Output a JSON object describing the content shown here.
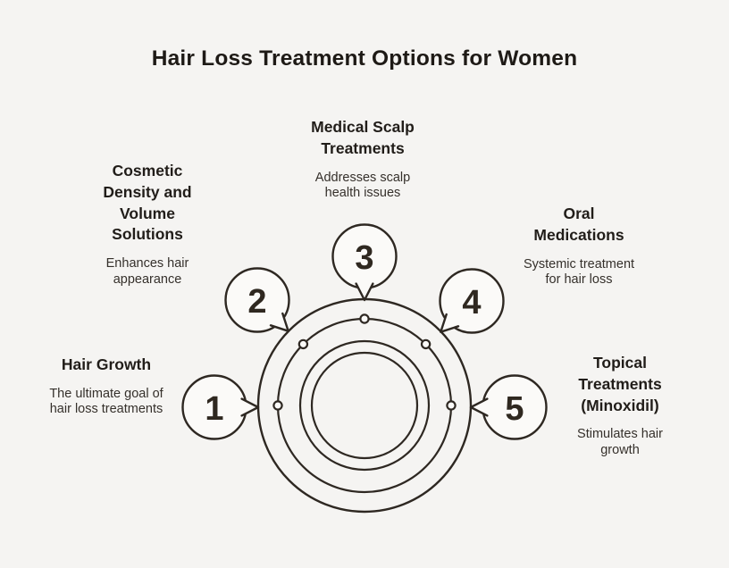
{
  "title": "Hair Loss Treatment Options for Women",
  "colors": {
    "background": "#f5f4f2",
    "stroke": "#2e2822",
    "bubble_fill": "#fbfaf8",
    "heading_text": "#211d19",
    "description_text": "#35302b"
  },
  "hub": {
    "ring_count": 4,
    "dot_count": 5
  },
  "items": [
    {
      "number": "1",
      "title": "Hair Growth",
      "description": "The ultimate goal of hair loss treatments",
      "position": "left"
    },
    {
      "number": "2",
      "title": "Cosmetic Density and Volume Solutions",
      "description": "Enhances hair appearance",
      "position": "upper-left"
    },
    {
      "number": "3",
      "title": "Medical Scalp Treatments",
      "description": "Addresses scalp health issues",
      "position": "top"
    },
    {
      "number": "4",
      "title": "Oral Medications",
      "description": "Systemic treatment for hair loss",
      "position": "upper-right"
    },
    {
      "number": "5",
      "title": "Topical Treatments (Minoxidil)",
      "description": "Stimulates hair growth",
      "position": "right"
    }
  ]
}
